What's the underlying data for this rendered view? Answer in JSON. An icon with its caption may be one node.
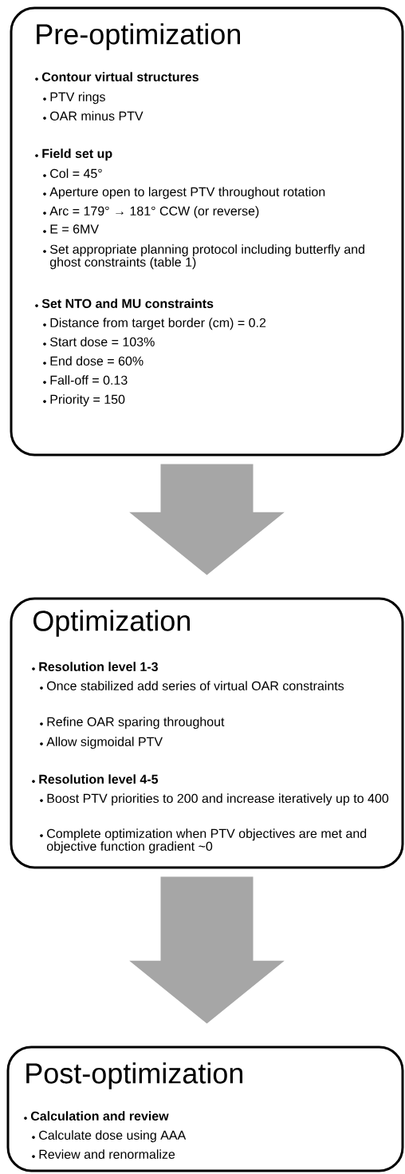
{
  "diagram": {
    "nodes": [
      {
        "text": [
          "Pre-optimization",
          "Contour virtual structures",
          "PTV rings",
          "OAR minus PTV",
          "Field set up",
          "Col = 45°",
          "Aperture open to largest PTV throughout rotation",
          "Arc = 179° → 181° CCW (or reverse)",
          "E = 6MV",
          "Set appropriate planning protocol including butterfly and ghost constraints (table 1)",
          "Set NTO and MU constraints",
          "Distance from target border (cm) = 0.2",
          "Start dose = 103%",
          "End dose = 60%",
          "Fall-off = 0.13",
          "Priority = 150"
        ]
      },
      {
        "text": [
          "Optimization",
          "Resolution level 1-3",
          "Once stabilized add series of virtual OAR constraints",
          "Refine OAR sparing throughout",
          "Allow sigmoidal PTV",
          "Resolution level 4-5",
          "Boost PTV priorities to 200 and increase iteratively up to 400",
          "Complete optimization when PTV objectives are met and objective function gradient ~0"
        ]
      },
      {
        "text": [
          "Post-optimization",
          "Calculation and review",
          "Calculate dose using AAA",
          "Review and renormalize"
        ]
      }
    ],
    "edges": [
      {
        "from": 0,
        "to": 1,
        "arrow": "to"
      },
      {
        "from": 1,
        "to": 2,
        "arrow": "to"
      }
    ]
  }
}
